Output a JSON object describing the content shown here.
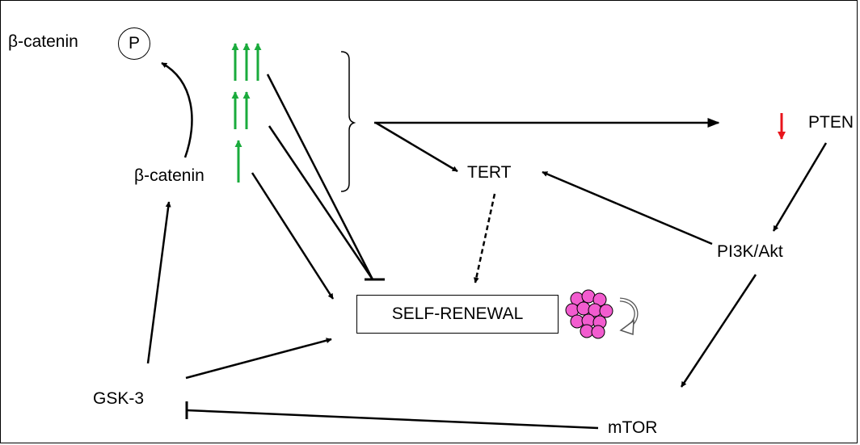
{
  "labels": {
    "beta_catenin_top": "β-catenin",
    "phospho": "P",
    "beta_catenin": "β-catenin",
    "tert": "TERT",
    "pten": "PTEN",
    "pi3k_akt": "PI3K/Akt",
    "gsk3": "GSK-3",
    "mtor": "mTOR",
    "self_renewal": "SELF-RENEWAL"
  },
  "colors": {
    "increase_arrow": "#1aab3c",
    "decrease_arrow": "#e8141b",
    "cell_cluster": "#f25ccf",
    "line": "#000000"
  },
  "icons": {
    "increase": "green-up-arrow-icon",
    "decrease": "red-down-arrow-icon",
    "cells": "cell-cluster-icon",
    "cycle": "curved-cycle-arrow-icon"
  },
  "increase_levels": [
    3,
    2,
    1
  ]
}
